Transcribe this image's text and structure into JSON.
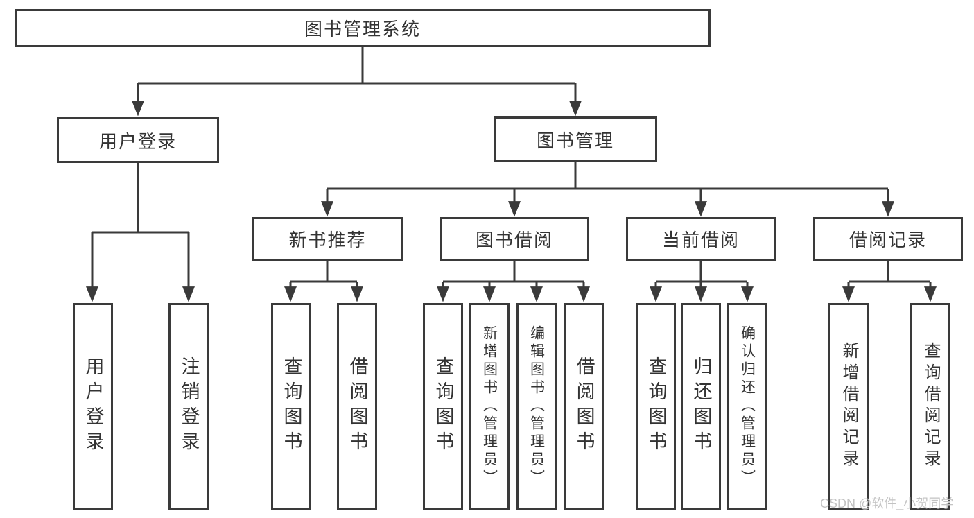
{
  "colors": {
    "line": "#3a3a3a",
    "text": "#333333",
    "background": "#ffffff",
    "watermark": "#c3c3c3"
  },
  "watermark": {
    "text": "CSDN @软件_小贺同学"
  },
  "tree": {
    "root": {
      "label": "图书管理系统",
      "children": [
        {
          "label": "用户登录",
          "children": [
            {
              "label": "用户登录"
            },
            {
              "label": "注销登录"
            }
          ]
        },
        {
          "label": "图书管理",
          "children": [
            {
              "label": "新书推荐",
              "children": [
                {
                  "label": "查询图书"
                },
                {
                  "label": "借阅图书"
                }
              ]
            },
            {
              "label": "图书借阅",
              "children": [
                {
                  "label": "查询图书"
                },
                {
                  "label": "新增图书（管理员）"
                },
                {
                  "label": "编辑图书（管理员）"
                },
                {
                  "label": "借阅图书"
                }
              ]
            },
            {
              "label": "当前借阅",
              "children": [
                {
                  "label": "查询图书"
                },
                {
                  "label": "归还图书"
                },
                {
                  "label": "确认归还（管理员）"
                }
              ]
            },
            {
              "label": "借阅记录",
              "children": [
                {
                  "label": "新增借阅记录"
                },
                {
                  "label": "查询借阅记录"
                }
              ]
            }
          ]
        }
      ]
    }
  }
}
